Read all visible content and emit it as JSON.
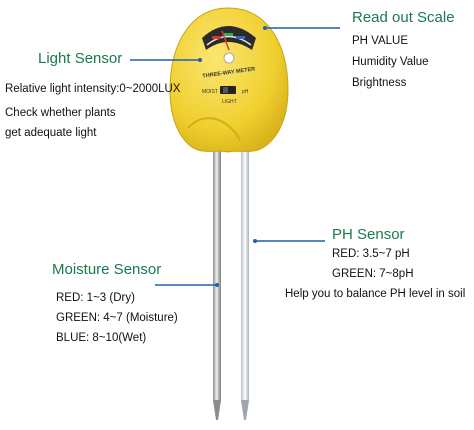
{
  "colors": {
    "title": "#1a7a4c",
    "pointer": "#1f5fb0",
    "body": "#f2d53c",
    "text": "#111111"
  },
  "meter": {
    "face_text": "THREE-WAY METER",
    "moist_label": "MOIST",
    "light_label": "LIGHT",
    "ph_label": "pH"
  },
  "read_out": {
    "title": "Read out Scale",
    "lines": [
      "PH VALUE",
      "Humidity Value",
      "Brightness"
    ]
  },
  "light": {
    "title": "Light Sensor",
    "lines": [
      "Relative light intensity:0~2000LUX",
      "Check whether plants",
      "get adequate light"
    ]
  },
  "ph": {
    "title": "PH Sensor",
    "lines": [
      "RED: 3.5~7 pH",
      "GREEN: 7~8pH",
      "Help you to balance PH level in soil"
    ]
  },
  "moisture": {
    "title": "Moisture Sensor",
    "lines": [
      "RED: 1~3 (Dry)",
      "GREEN: 4~7 (Moisture)",
      "BLUE: 8~10(Wet)"
    ]
  }
}
